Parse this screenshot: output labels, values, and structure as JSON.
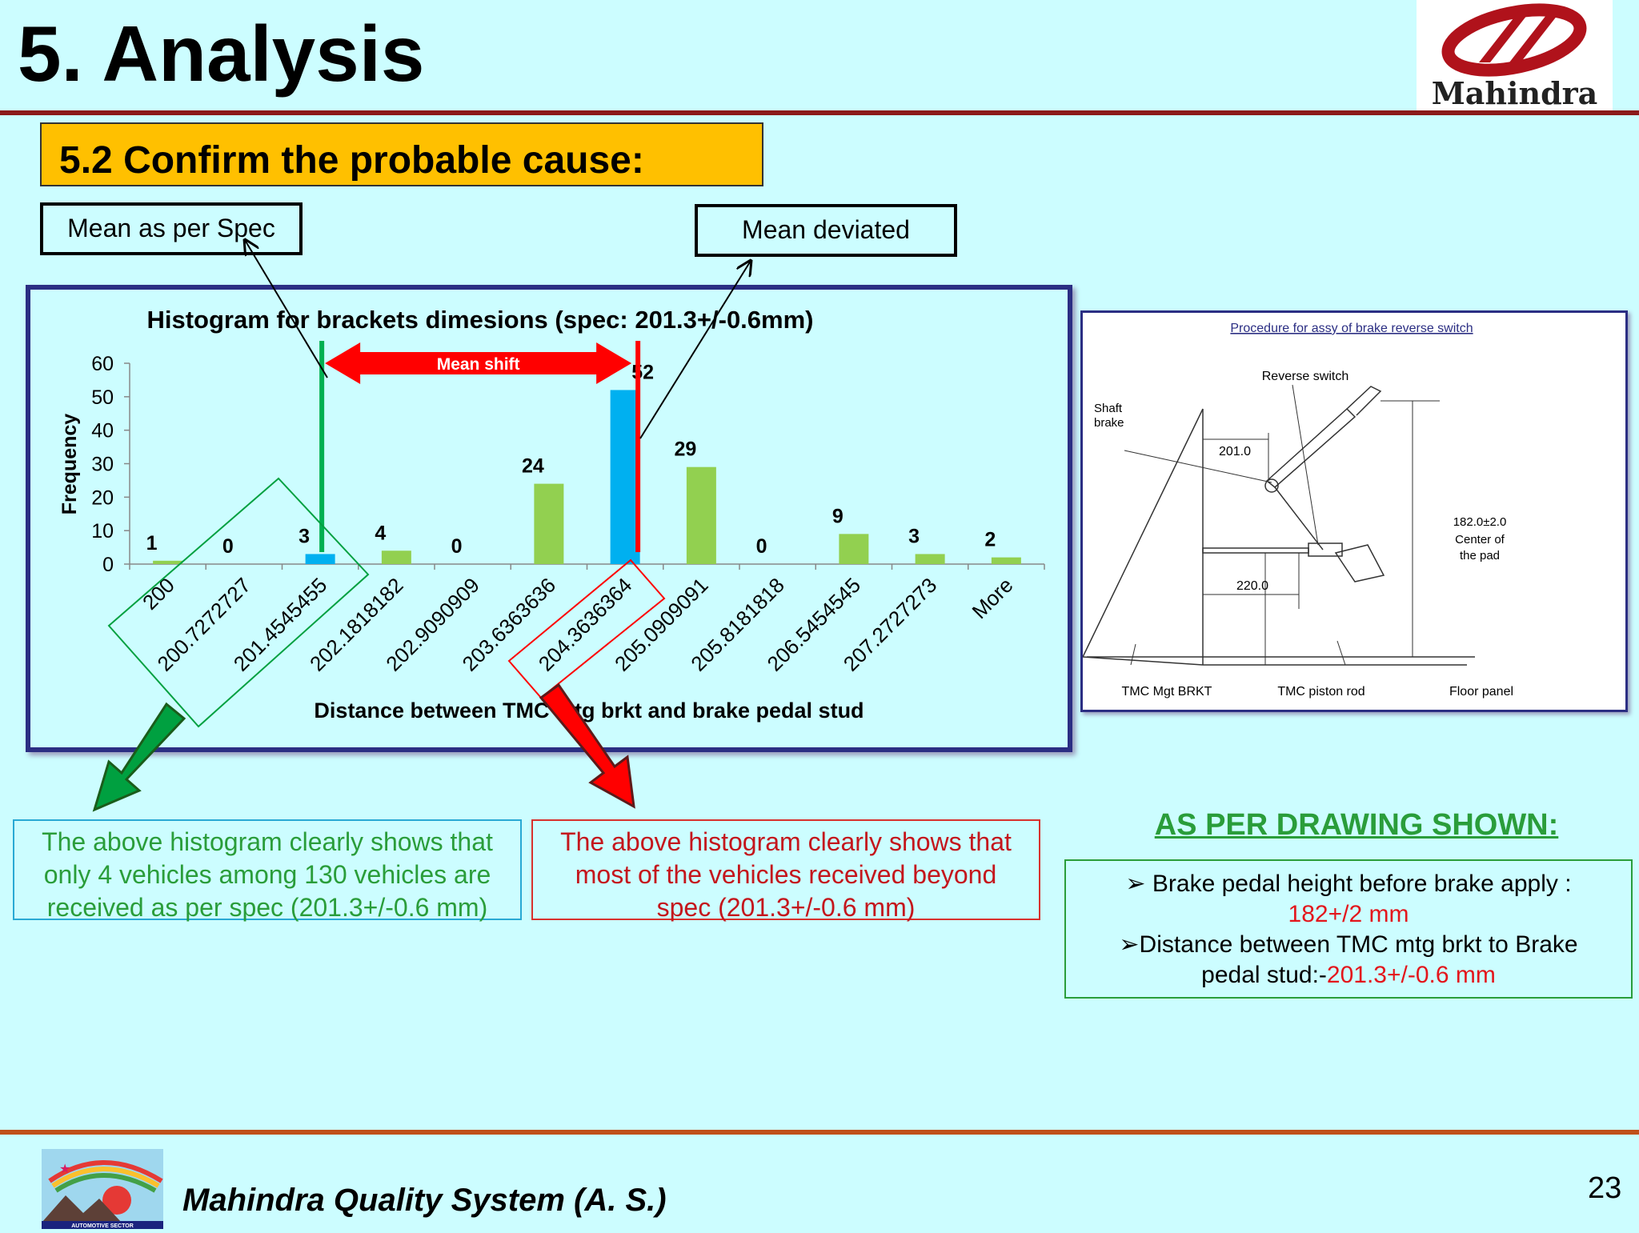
{
  "header": {
    "title": "5. Analysis",
    "logo_text": "Mahindra"
  },
  "section": {
    "heading": "5.2 Confirm the probable cause:"
  },
  "callouts": {
    "mean_spec": "Mean as per Spec",
    "mean_deviated": "Mean deviated",
    "mean_shift": "Mean shift"
  },
  "chart_data": {
    "type": "bar",
    "title": "Histogram for brackets dimesions (spec: 201.3+/-0.6mm)",
    "xlabel": "Distance between TMC mtg brkt and brake pedal stud",
    "ylabel": "Frequency",
    "ylim": [
      0,
      60
    ],
    "yticks": [
      0,
      10,
      20,
      30,
      40,
      50,
      60
    ],
    "categories": [
      "200",
      "200.7272727",
      "201.4545455",
      "202.1818182",
      "202.9090909",
      "203.6363636",
      "204.3636364",
      "205.0909091",
      "205.8181818",
      "206.5454545",
      "207.2727273",
      "More"
    ],
    "values": [
      1,
      0,
      3,
      4,
      0,
      24,
      52,
      29,
      0,
      9,
      3,
      2
    ],
    "data_labels": [
      "1",
      "0",
      "3",
      "4",
      "0",
      "24",
      "52",
      "29",
      "0",
      "9",
      "3",
      "2"
    ],
    "highlighted_categories": [
      "201.4545455",
      "204.3636364"
    ],
    "colors": {
      "default": "#92d050",
      "highlight": "#00b0f0",
      "spec_line": "#00b050",
      "deviated_line": "#ff0000"
    },
    "grid": false,
    "legend": "none"
  },
  "drawing": {
    "title": "Procedure for assy of brake reverse switch",
    "labels": {
      "reverse_switch": "Reverse switch",
      "shaft_brake_1": "Shaft",
      "shaft_brake_2": "brake",
      "dim_201": "201.0",
      "dim_220": "220.0",
      "dim_182": "182.0±2.0",
      "center_pad_1": "Center of",
      "center_pad_2": "the pad",
      "tmc_mgt_brkt": "TMC Mgt BRKT",
      "tmc_piston_rod": "TMC piston rod",
      "floor_panel": "Floor panel"
    }
  },
  "notes": {
    "green": [
      "The above histogram clearly shows that",
      "only 4 vehicles among 130 vehicles are",
      "received  as per spec (201.3+/-0.6 mm)"
    ],
    "red": [
      "The above histogram clearly shows that",
      "most of the vehicles received beyond",
      "spec (201.3+/-0.6 mm)"
    ]
  },
  "drawing_spec": {
    "heading": "AS PER DRAWING SHOWN:",
    "line1": "➢ Brake pedal height before brake apply :",
    "line2": "182+/2 mm",
    "line3": "➢Distance between TMC mtg brkt to Brake",
    "line4_prefix": "pedal stud:-",
    "line4_value": "201.3+/-0.6 mm"
  },
  "footer": {
    "text": "Mahindra Quality System (A. S.)",
    "logo_text": "AUTOMOTIVE SECTOR",
    "page_number": "23"
  }
}
